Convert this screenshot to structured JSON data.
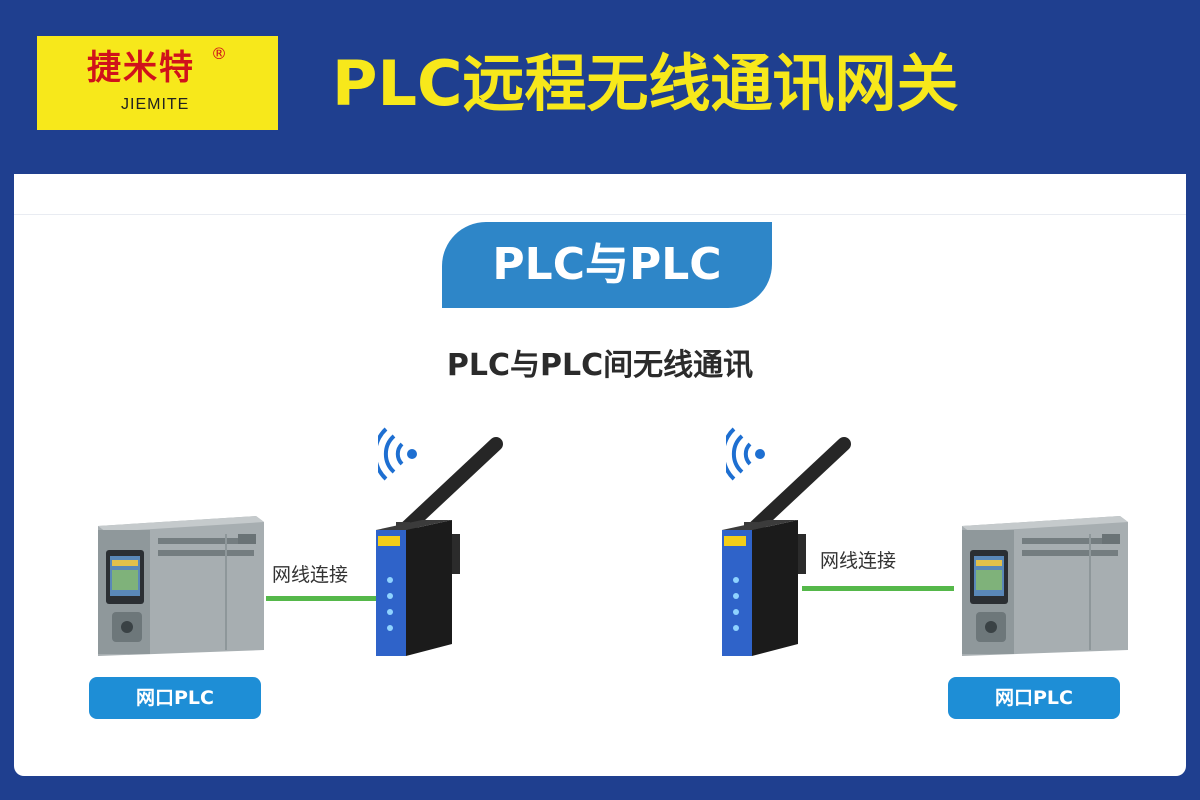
{
  "header": {
    "brand_cn": "捷米特",
    "brand_reg": "®",
    "brand_en": "JIEMITE",
    "title": "PLC远程无线通讯网关"
  },
  "panel": {
    "section_tag": "PLC与PLC",
    "subtitle": "PLC与PLC间无线通讯",
    "left": {
      "cable_label": "网线连接",
      "plc_badge": "网口PLC"
    },
    "right": {
      "cable_label": "网线连接",
      "plc_badge": "网口PLC"
    }
  },
  "colors": {
    "background": "#1f3f8f",
    "title_yellow": "#f7e81b",
    "logo_red": "#d0121b",
    "tag_blue": "#2e86c8",
    "badge_blue": "#1e8ed6",
    "cable_green": "#55b84a"
  },
  "icons": [
    "plc-device-icon",
    "wireless-gateway-icon",
    "wifi-signal-icon",
    "antenna-icon"
  ]
}
